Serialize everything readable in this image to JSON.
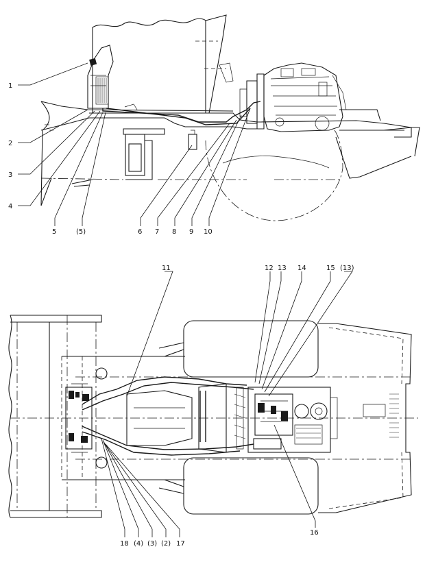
{
  "callouts": {
    "side_view": [
      "1",
      "2",
      "3",
      "4",
      "5",
      "(5)",
      "6",
      "7",
      "8",
      "9",
      "10"
    ],
    "top_view": [
      "11",
      "12",
      "13",
      "14",
      "15",
      "(13)",
      "16",
      "18",
      "(4)",
      "(3)",
      "(2)",
      "17"
    ]
  },
  "colors": {
    "line": "#1a1a1a",
    "paper": "#ffffff"
  }
}
